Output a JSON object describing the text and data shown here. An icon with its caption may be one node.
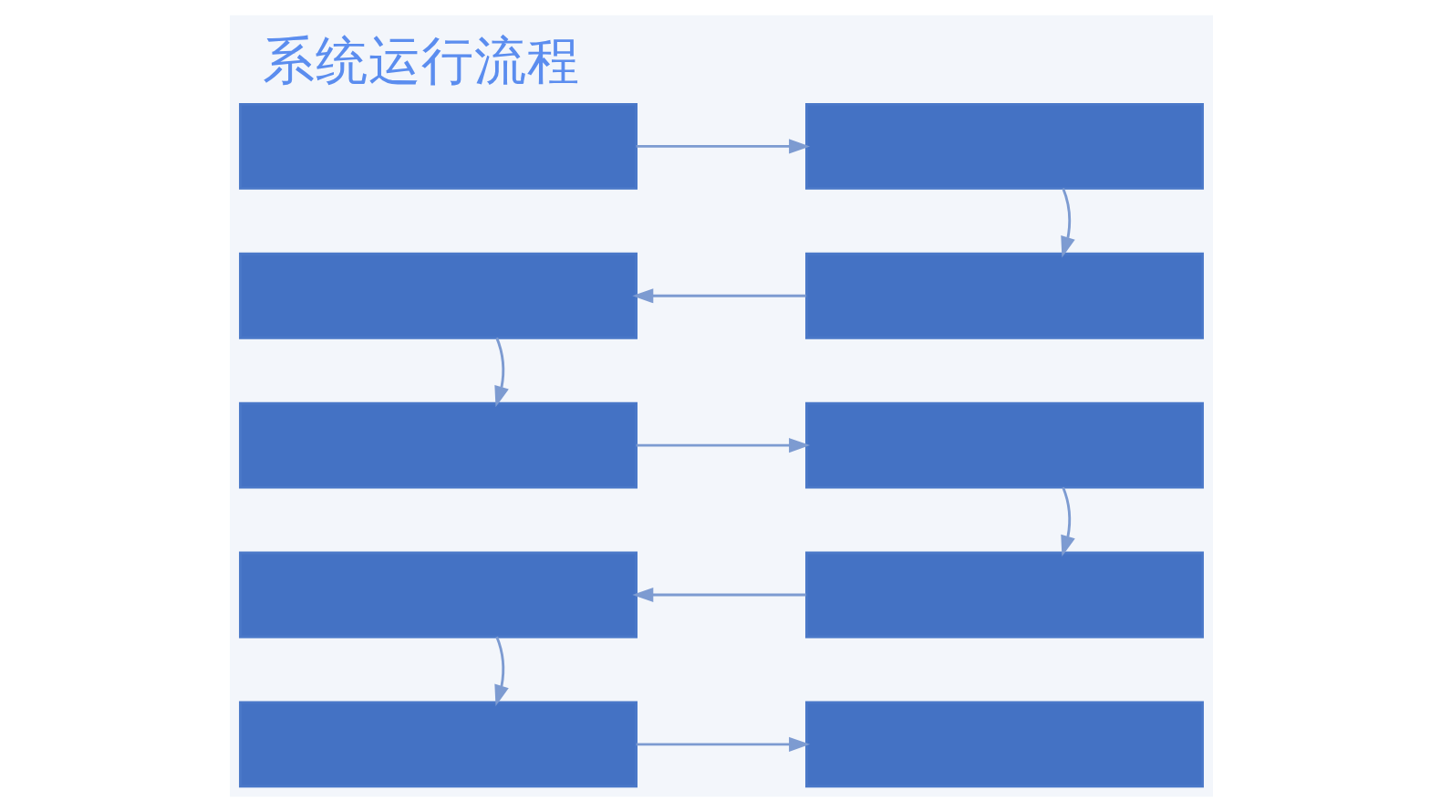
{
  "diagram": {
    "title": "系统运行流程",
    "nodes": [
      {
        "text": [],
        "shape": "box"
      },
      {
        "text": [],
        "shape": "box"
      },
      {
        "text": [],
        "shape": "box"
      },
      {
        "text": [],
        "shape": "box"
      },
      {
        "text": [],
        "shape": "box"
      },
      {
        "text": [],
        "shape": "box"
      },
      {
        "text": [],
        "shape": "box"
      },
      {
        "text": [],
        "shape": "box"
      },
      {
        "text": [],
        "shape": "box"
      },
      {
        "text": [],
        "shape": "box"
      }
    ],
    "edges": [
      {
        "from": 0,
        "to": 1,
        "arrow": "to"
      },
      {
        "from": 1,
        "to": 2,
        "arrow": "to"
      },
      {
        "from": 2,
        "to": 3,
        "arrow": "to"
      },
      {
        "from": 3,
        "to": 4,
        "arrow": "to"
      },
      {
        "from": 4,
        "to": 5,
        "arrow": "to"
      },
      {
        "from": 5,
        "to": 6,
        "arrow": "to"
      },
      {
        "from": 6,
        "to": 7,
        "arrow": "to"
      },
      {
        "from": 7,
        "to": 8,
        "arrow": "to"
      },
      {
        "from": 8,
        "to": 9,
        "arrow": "to"
      }
    ]
  }
}
